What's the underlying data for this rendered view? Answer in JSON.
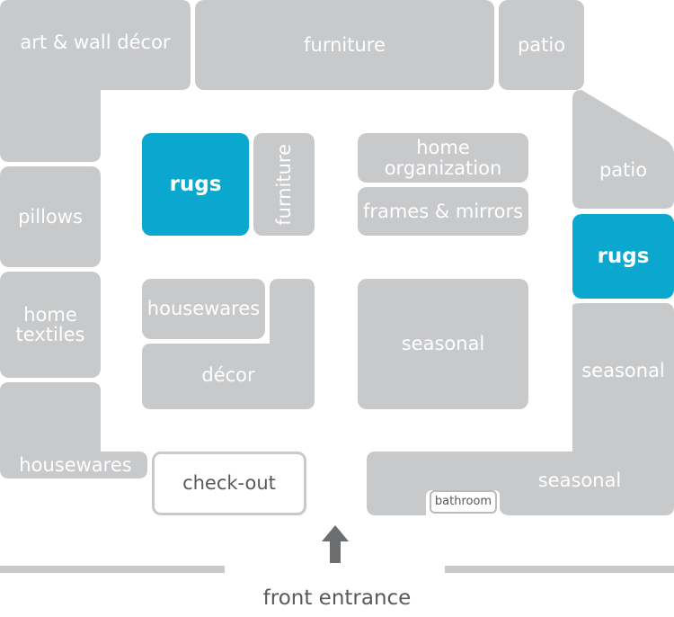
{
  "store_map": {
    "sections": {
      "art_wall_decor": "art & wall décor",
      "furniture_top": "furniture",
      "patio_top": "patio",
      "patio_right": "patio",
      "rugs_center": "rugs",
      "rugs_right": "rugs",
      "furniture_center": "furniture",
      "home_organization": "home organization",
      "frames_mirrors": "frames & mirrors",
      "pillows": "pillows",
      "home_textiles": "home textiles",
      "housewares_center": "housewares",
      "decor": "décor",
      "seasonal_center": "seasonal",
      "seasonal_right": "seasonal",
      "seasonal_bottom": "seasonal",
      "housewares_left": "housewares",
      "checkout": "check-out",
      "bathroom": "bathroom"
    },
    "entrance_label": "front entrance"
  },
  "colors": {
    "section_fill": "#c8c9cb",
    "highlight": "#0aa7cf",
    "text_dark": "#58595b",
    "text_light": "#ffffff"
  },
  "icons": [
    "entrance-arrow-icon"
  ]
}
